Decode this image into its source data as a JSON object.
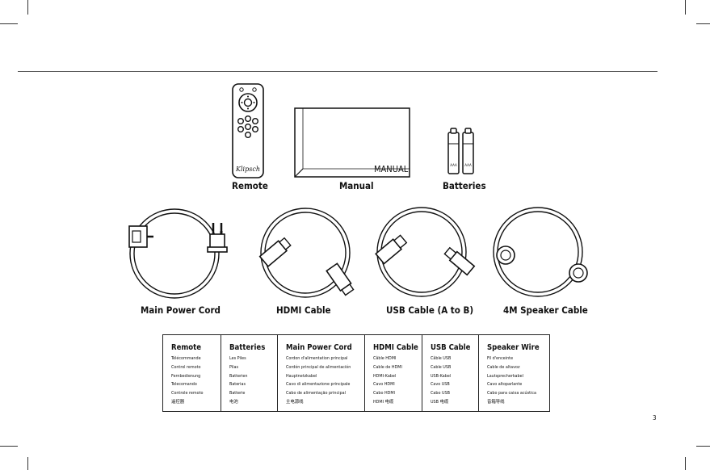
{
  "page": {
    "number": "3",
    "background": "#ffffff"
  },
  "manual": {
    "text": "MANUAL"
  },
  "remote": {
    "logo": "Klipsch"
  },
  "captions": {
    "remote": "Remote",
    "manual": "Manual",
    "batteries": "Batteries",
    "main_power_cord": "Main Power Cord",
    "hdmi_cable": "HDMI Cable",
    "usb_cable": "USB Cable (A to B)",
    "speaker_cable": "4M Speaker Cable"
  },
  "table": {
    "columns": [
      {
        "title": "Remote",
        "items": [
          "Télécommande",
          "Control remoto",
          "Fernbedienung",
          "Telecomando",
          "Controle remoto",
          "遥控器"
        ]
      },
      {
        "title": "Batteries",
        "items": [
          "Les Piles",
          "Pilas",
          "Batterien",
          "Baterias",
          "Batterie",
          "电池"
        ]
      },
      {
        "title": "Main Power Cord",
        "items": [
          "Cordon d'alimentation principal",
          "Cordón principal de alimentación",
          "Hauptnetzkabel",
          "Cavo di alimentazione principale",
          "Cabo de alimentação principal",
          "主电源线"
        ]
      },
      {
        "title": "HDMI Cable",
        "items": [
          "Câble HDMI",
          "Cable de HDMI",
          "HDMI-Kabel",
          "Cavo HDMI",
          "Cabo HDMI",
          "HDMI 电缆"
        ]
      },
      {
        "title": "USB Cable",
        "items": [
          "Câble USB",
          "Cable USB",
          "USB-Kabel",
          "Cavo USB",
          "Cabo USB",
          "USB 电缆"
        ]
      },
      {
        "title": "Speaker Wire",
        "items": [
          "Fil d'enceinte",
          "Cable de altavoz",
          "Lautsprecherkabel",
          "Cavo altoparlante",
          "Cabo para caixa acústica",
          "音箱导线"
        ]
      }
    ]
  }
}
